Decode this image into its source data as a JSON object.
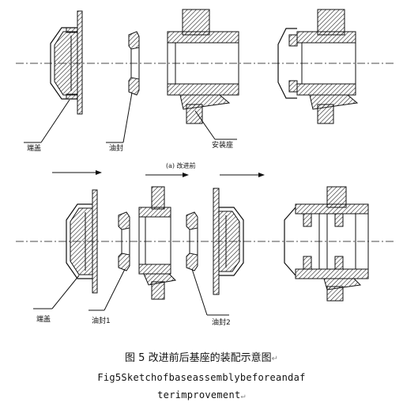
{
  "figure": {
    "top_panel": {
      "label_end_cover": "端盖",
      "label_oil_seal": "油封",
      "label_mount_base": "安装座",
      "subcaption": "(a) 改进前"
    },
    "bottom_panel": {
      "label_end_cover": "端盖",
      "label_oil_seal_1": "油封1",
      "label_oil_seal_2": "油封2"
    },
    "caption_cn": "图 5 改进前后基座的装配示意图",
    "caption_en_line1": "Fig5Sketchofbaseassemblybeforeandaf",
    "caption_en_line2": "terimprovement",
    "return_mark": "↵"
  }
}
